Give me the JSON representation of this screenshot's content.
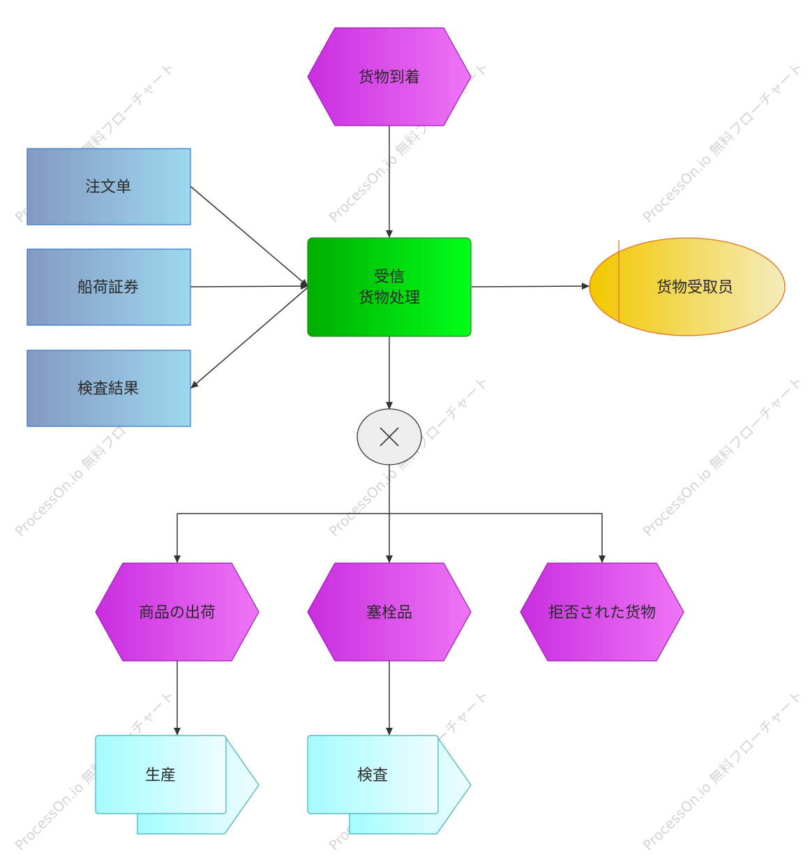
{
  "diagram": {
    "nodes": {
      "arrival": "货物到着",
      "order": "注文单",
      "bill": "船荷証券",
      "inspect_result": "検査結果",
      "process_line1": "受信",
      "process_line2": "货物处理",
      "receiver": "货物受取员",
      "ship": "商品の出荷",
      "blocked": "塞栓品",
      "rejected": "拒否された货物",
      "produce": "生産",
      "inspect": "検査"
    },
    "watermark": "ProcessOn.io 無料フローチャート"
  },
  "colors": {
    "event_purple": "#c92de0",
    "doc_blue": "#7f9cc4",
    "function_green": "#00b500",
    "role_yellow": "#f2c700",
    "process_cyan": "#a9fbff"
  }
}
